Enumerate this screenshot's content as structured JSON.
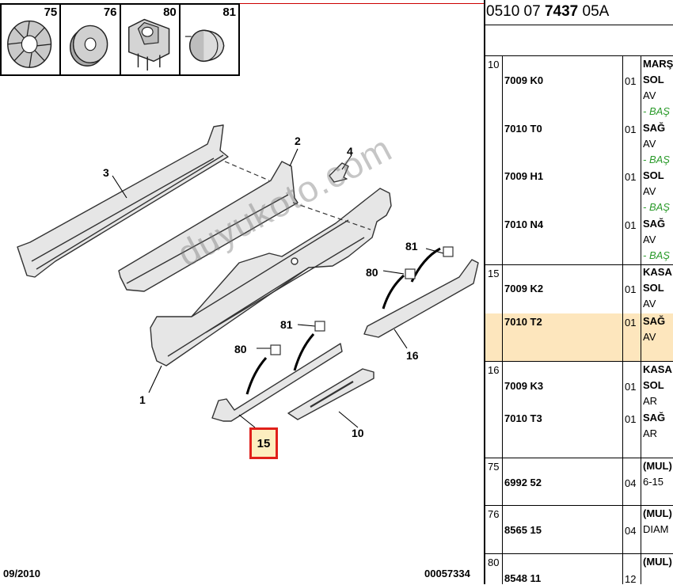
{
  "thumbnails": [
    {
      "number": "75",
      "icon": "clip-nut-icon"
    },
    {
      "number": "76",
      "icon": "washer-icon"
    },
    {
      "number": "80",
      "icon": "bracket-clip-icon"
    },
    {
      "number": "81",
      "icon": "cap-plug-icon"
    }
  ],
  "callouts": {
    "c1": "1",
    "c2": "2",
    "c3": "3",
    "c4": "4",
    "c10": "10",
    "c15": "15",
    "c16": "16",
    "c80a": "80",
    "c80b": "80",
    "c81a": "81",
    "c81b": "81"
  },
  "footer": {
    "date": "09/2010",
    "code": "00057334"
  },
  "watermark": "duyukoto.com",
  "table": {
    "header": {
      "prefix": "0510 07",
      "main": "7437",
      "suffix": "05A"
    },
    "rows": [
      {
        "sec": "10",
        "code": "7009 K0",
        "qty": "01",
        "lines": [
          "MARŞ",
          "SOL",
          "AV",
          "- BAŞ"
        ]
      },
      {
        "code": "7010 T0",
        "qty": "01",
        "lines": [
          "SAĞ",
          "AV",
          "- BAŞ"
        ]
      },
      {
        "code": "7009 H1",
        "qty": "01",
        "lines": [
          "SOL",
          "AV",
          "- BAŞ"
        ]
      },
      {
        "code": "7010 N4",
        "qty": "01",
        "lines": [
          "SAĞ",
          "AV",
          "- BAŞ"
        ]
      },
      {
        "sec": "15",
        "code": "7009 K2",
        "qty": "01",
        "lines": [
          "KASA",
          "SOL",
          "AV"
        ]
      },
      {
        "code": "7010 T2",
        "qty": "01",
        "lines": [
          "SAĞ",
          "AV"
        ]
      },
      {
        "sec": "16",
        "code": "7009 K3",
        "qty": "01",
        "lines": [
          "KASA",
          "SOL",
          "AR"
        ]
      },
      {
        "code": "7010 T3",
        "qty": "01",
        "lines": [
          "SAĞ",
          "AR"
        ]
      },
      {
        "sec": "75",
        "code": "6992 52",
        "qty": "04",
        "lines": [
          "(MUL)",
          "6-15"
        ]
      },
      {
        "sec": "76",
        "code": "8565 15",
        "qty": "04",
        "lines": [
          "(MUL)",
          "DIAM"
        ]
      },
      {
        "sec": "80",
        "code": "8548 11",
        "qty": "12",
        "lines": [
          "(MUL)"
        ]
      }
    ]
  },
  "colors": {
    "highlight": "#fde6bd",
    "highlight_border": "#e0201a",
    "note_green": "#2a9a2a"
  }
}
